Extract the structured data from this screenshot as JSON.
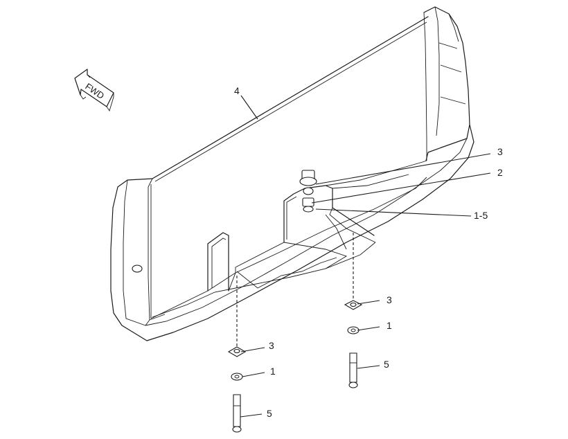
{
  "direction_arrow": {
    "label": "FWD"
  },
  "callouts": {
    "guard": "4",
    "upper_washer": "3",
    "upper_nut": "2",
    "upper_assembly": "1-5",
    "right_washer": "3",
    "right_lockwasher": "1",
    "right_bolt": "5",
    "left_washer": "3",
    "left_lockwasher": "1",
    "left_bolt": "5"
  }
}
